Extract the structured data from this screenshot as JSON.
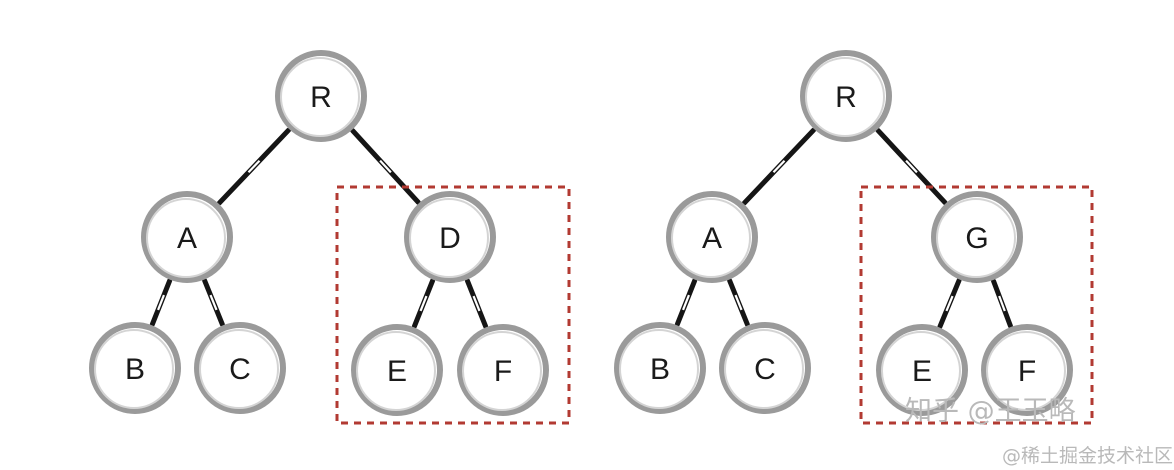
{
  "diagram": {
    "left_tree": {
      "nodes": [
        {
          "id": "R",
          "label": "R"
        },
        {
          "id": "A",
          "label": "A"
        },
        {
          "id": "D",
          "label": "D"
        },
        {
          "id": "B",
          "label": "B"
        },
        {
          "id": "C",
          "label": "C"
        },
        {
          "id": "E",
          "label": "E"
        },
        {
          "id": "F",
          "label": "F"
        }
      ],
      "edges": [
        [
          "R",
          "A"
        ],
        [
          "R",
          "D"
        ],
        [
          "A",
          "B"
        ],
        [
          "A",
          "C"
        ],
        [
          "D",
          "E"
        ],
        [
          "D",
          "F"
        ]
      ],
      "highlighted_subtree": [
        "D",
        "E",
        "F"
      ]
    },
    "right_tree": {
      "nodes": [
        {
          "id": "R",
          "label": "R"
        },
        {
          "id": "A",
          "label": "A"
        },
        {
          "id": "G",
          "label": "G"
        },
        {
          "id": "B",
          "label": "B"
        },
        {
          "id": "C",
          "label": "C"
        },
        {
          "id": "E",
          "label": "E"
        },
        {
          "id": "F",
          "label": "F"
        }
      ],
      "edges": [
        [
          "R",
          "A"
        ],
        [
          "R",
          "G"
        ],
        [
          "A",
          "B"
        ],
        [
          "A",
          "C"
        ],
        [
          "G",
          "E"
        ],
        [
          "G",
          "F"
        ]
      ],
      "highlighted_subtree": [
        "G",
        "E",
        "F"
      ]
    }
  },
  "watermarks": {
    "zhihu": "知乎 @王玉略",
    "small_caption": "",
    "juejin": "@稀土掘金技术社区"
  },
  "colors": {
    "node_ring": "#9a9a9a",
    "edge": "#151515",
    "highlight_box": "#b23a32",
    "watermark": "#b9b9b9"
  }
}
